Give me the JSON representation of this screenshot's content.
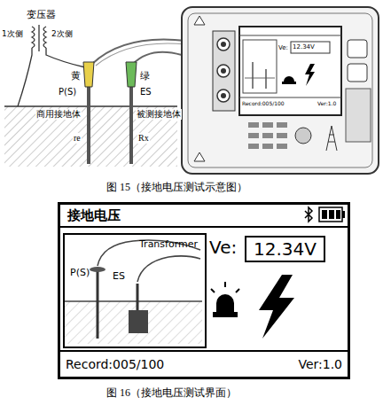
{
  "diagram": {
    "nodes": [
      {
        "text": [
          "接地电压"
        ]
      },
      {
        "text": [
          "12.34V"
        ],
        "in": 0
      },
      {
        "text": [
          "Record:005/100",
          "Ver:1.0"
        ],
        "in": 0
      },
      {
        "text": [
          "Transformer",
          "P(S)",
          "ES"
        ],
        "in": 0
      }
    ],
    "labels": [
      "变压器",
      "1次侧",
      "2次侧",
      "黄",
      "P(S)",
      "绿",
      "ES",
      "商用接地体",
      "被测接地体",
      "re",
      "Rx",
      "Ve:",
      "12.34V",
      "Record:005/100",
      "Ver:1.0",
      "图 15（接地电压测试示意图）",
      "Ve:",
      "图 16（接地电压测试界面）"
    ]
  }
}
